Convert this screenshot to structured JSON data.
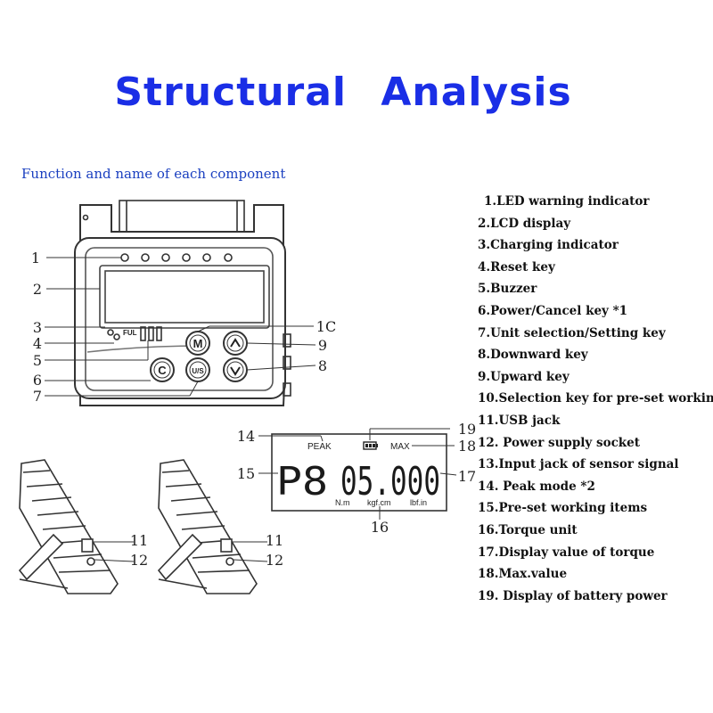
{
  "title": "Structural  Analysis",
  "subtitle": "Function and name of each component",
  "components": [
    "1.LED warning indicator",
    "2.LCD display",
    "3.Charging indicator",
    "4.Reset key",
    "5.Buzzer",
    "6.Power/Cancel key *1",
    "7.Unit selection/Setting key",
    "8.Downward key",
    "9.Upward key",
    "10.Selection key for pre-set workin",
    "11.USB jack",
    "12. Power supply socket",
    "13.Input jack of sensor signal",
    "14. Peak mode *2",
    "15.Pre-set working items",
    "16.Torque unit",
    "17.Display value of torque",
    "18.Max.value",
    "19. Display of battery power"
  ],
  "device": {
    "ful_label": "FUL",
    "key_m": "M",
    "key_c": "C",
    "key_us": "U/S",
    "callouts": [
      "1",
      "2",
      "3",
      "4",
      "5",
      "6",
      "7",
      "8",
      "9",
      "1C"
    ]
  },
  "lcd": {
    "peak": "PEAK",
    "max": "MAX",
    "item": "P8",
    "value": "05.000",
    "unit_nm": "N.m",
    "unit_kgf": "kgf.cm",
    "unit_lbf": "lbf.in",
    "callouts": [
      "14",
      "15",
      "16",
      "17",
      "18",
      "19"
    ]
  },
  "side_callouts": [
    "11",
    "12",
    "11",
    "12"
  ]
}
